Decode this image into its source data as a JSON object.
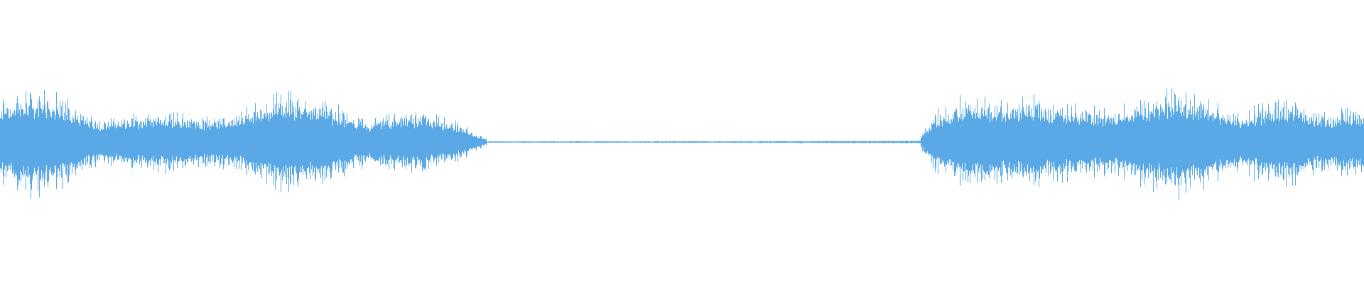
{
  "waveform": {
    "color": "#5aa9e6",
    "background": "#ffffff",
    "segments": [
      {
        "kind": "audio",
        "start": 0.0,
        "end": 0.357,
        "envelope": [
          0.55,
          0.68,
          0.72,
          0.66,
          0.6,
          0.45,
          0.3,
          0.34,
          0.4,
          0.38,
          0.42,
          0.4,
          0.36,
          0.38,
          0.4,
          0.52,
          0.62,
          0.7,
          0.66,
          0.6,
          0.5,
          0.4,
          0.32,
          0.36,
          0.44,
          0.4,
          0.36,
          0.3,
          0.18,
          0.04
        ]
      },
      {
        "kind": "silence",
        "start": 0.357,
        "end": 0.675,
        "envelope": [
          0.012,
          0.012,
          0.014,
          0.012,
          0.015,
          0.014,
          0.016,
          0.018,
          0.02,
          0.022
        ]
      },
      {
        "kind": "audio",
        "start": 0.675,
        "end": 1.0,
        "envelope": [
          0.1,
          0.42,
          0.56,
          0.6,
          0.62,
          0.58,
          0.6,
          0.62,
          0.56,
          0.52,
          0.5,
          0.48,
          0.46,
          0.5,
          0.58,
          0.66,
          0.72,
          0.7,
          0.62,
          0.5,
          0.4,
          0.48,
          0.56,
          0.6,
          0.52,
          0.44,
          0.4,
          0.46,
          0.5
        ]
      }
    ]
  }
}
